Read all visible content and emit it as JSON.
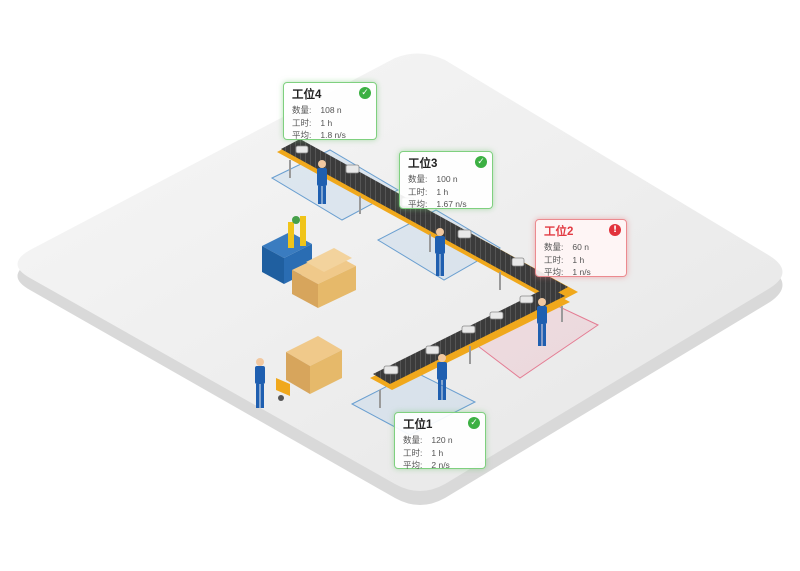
{
  "stations": [
    {
      "id": "s4",
      "title": "工位4",
      "status": "ok",
      "qty_label": "数量:",
      "qty_value": "108 n",
      "time_label": "工时:",
      "time_value": "1 h",
      "avg_label": "平均:",
      "avg_value": "1.8 n/s"
    },
    {
      "id": "s3",
      "title": "工位3",
      "status": "ok",
      "qty_label": "数量:",
      "qty_value": "100 n",
      "time_label": "工时:",
      "time_value": "1 h",
      "avg_label": "平均:",
      "avg_value": "1.67 n/s"
    },
    {
      "id": "s2",
      "title": "工位2",
      "status": "error",
      "qty_label": "数量:",
      "qty_value": "60 n",
      "time_label": "工时:",
      "time_value": "1 h",
      "avg_label": "平均:",
      "avg_value": "1 n/s"
    },
    {
      "id": "s1",
      "title": "工位1",
      "status": "ok",
      "qty_label": "数量:",
      "qty_value": "120 n",
      "time_label": "工时:",
      "time_value": "1 h",
      "avg_label": "平均:",
      "avg_value": "2 n/s"
    }
  ],
  "colors": {
    "ok_border": "#7fd07f",
    "ok_badge": "#3cb043",
    "error_border": "#ec8a8f",
    "error_badge": "#e2333c",
    "conveyor_frame": "#f0a81c",
    "conveyor_belt": "#3a3a3a",
    "worker_uniform": "#1f5fb0",
    "crate": "#e6b96a"
  },
  "icons": {
    "ok": "check-icon",
    "error": "exclamation-icon"
  }
}
